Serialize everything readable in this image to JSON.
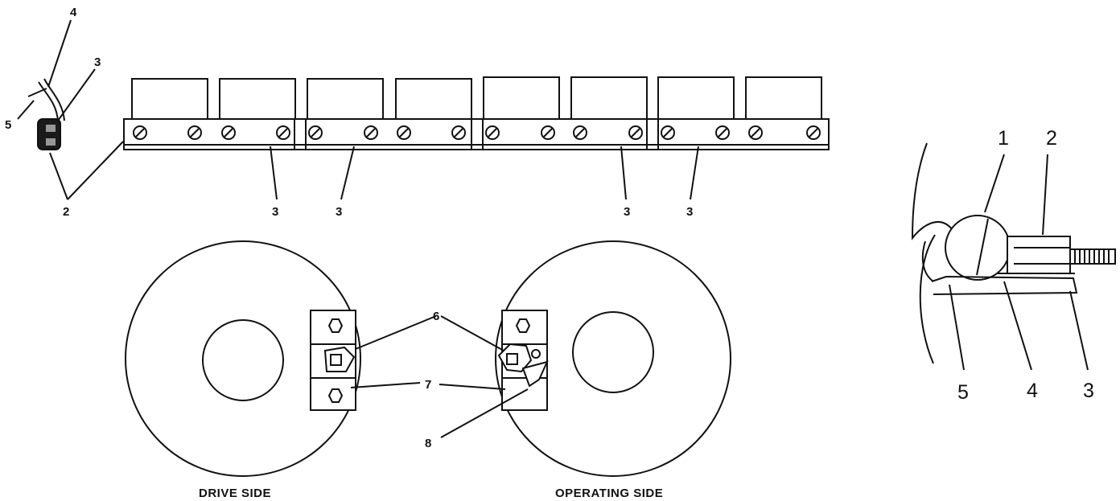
{
  "colors": {
    "ink": "#111111",
    "paper": "#ffffff"
  },
  "clip_detail": {
    "labels": {
      "top": "4",
      "upper_right": "3",
      "left": "5",
      "bottom": "2"
    }
  },
  "bar_assembly": {
    "callouts": [
      "3",
      "3",
      "3",
      "3"
    ]
  },
  "roller_detail": {
    "labels": [
      "1",
      "2",
      "5",
      "4",
      "3"
    ]
  },
  "disc_callouts": {
    "a": "6",
    "b": "7",
    "c": "8"
  },
  "captions": {
    "drive_side": "DRIVE SIDE",
    "operating_side": "OPERATING SIDE"
  }
}
